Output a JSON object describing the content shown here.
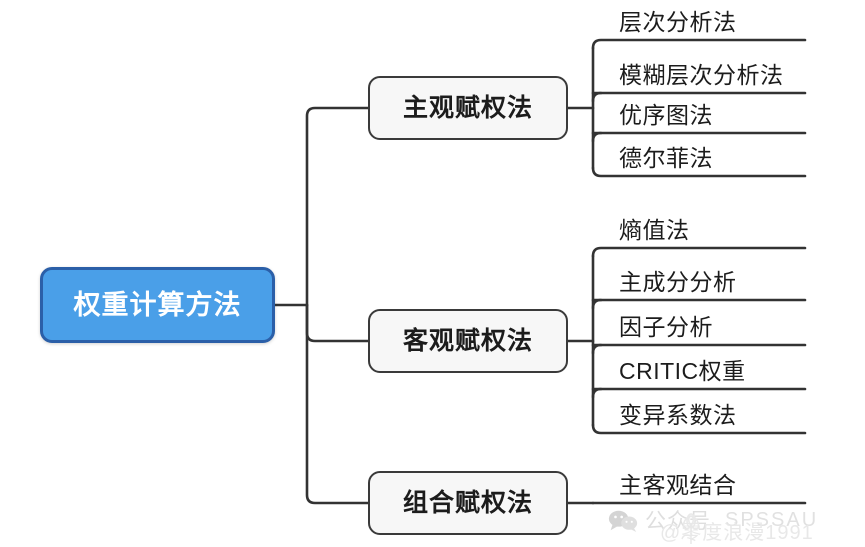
{
  "diagram": {
    "type": "mindmap",
    "title": "权重计算方法",
    "root": {
      "label": "权重计算方法",
      "fill_color": "#4a9fe8",
      "border_color": "#2b5fa8",
      "text_color": "#ffffff"
    },
    "branches": [
      {
        "label": "主观赋权法",
        "children": [
          {
            "label": "层次分析法"
          },
          {
            "label": "模糊层次分析法"
          },
          {
            "label": "优序图法"
          },
          {
            "label": "德尔菲法"
          }
        ]
      },
      {
        "label": "客观赋权法",
        "children": [
          {
            "label": "熵值法"
          },
          {
            "label": "主成分分析"
          },
          {
            "label": "因子分析"
          },
          {
            "label": "CRITIC权重"
          },
          {
            "label": "变异系数法"
          }
        ]
      },
      {
        "label": "组合赋权法",
        "children": [
          {
            "label": "主客观结合"
          }
        ]
      }
    ],
    "style": {
      "branch_fill": "#f7f7f7",
      "branch_border": "#3a3a3a",
      "line_color": "#333333",
      "background": "#ffffff"
    }
  },
  "watermark": {
    "account_label": "公众号",
    "brand": "SPSSAU",
    "handle": "@零度浪漫1991"
  }
}
